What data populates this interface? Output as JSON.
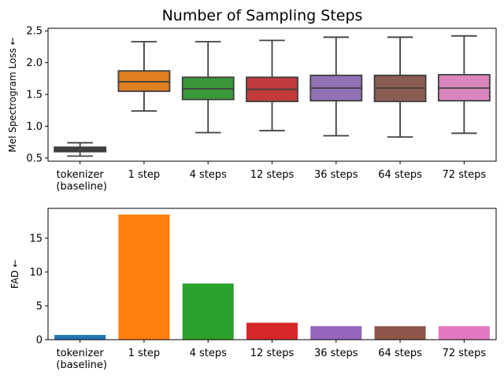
{
  "title": "Number of Sampling Steps",
  "chart_data": [
    {
      "type": "box",
      "title": "",
      "xlabel": "",
      "ylabel": "Mel Spectrogram Loss ←",
      "categories": [
        "tokenizer\n(baseline)",
        "1 step",
        "4 steps",
        "12 steps",
        "36 steps",
        "64 steps",
        "72 steps"
      ],
      "colors": [
        "#3f3f3f",
        "#e07f22",
        "#3a983a",
        "#c23b3c",
        "#9271b7",
        "#8a5b52",
        "#d885be"
      ],
      "boxes": [
        {
          "whisker_low": 0.53,
          "q1": 0.6,
          "median": 0.63,
          "q3": 0.67,
          "whisker_high": 0.74
        },
        {
          "whisker_low": 1.24,
          "q1": 1.55,
          "median": 1.7,
          "q3": 1.87,
          "whisker_high": 2.33
        },
        {
          "whisker_low": 0.9,
          "q1": 1.42,
          "median": 1.59,
          "q3": 1.77,
          "whisker_high": 2.33
        },
        {
          "whisker_low": 0.93,
          "q1": 1.39,
          "median": 1.58,
          "q3": 1.77,
          "whisker_high": 2.35
        },
        {
          "whisker_low": 0.85,
          "q1": 1.4,
          "median": 1.6,
          "q3": 1.8,
          "whisker_high": 2.4
        },
        {
          "whisker_low": 0.83,
          "q1": 1.39,
          "median": 1.6,
          "q3": 1.8,
          "whisker_high": 2.4
        },
        {
          "whisker_low": 0.89,
          "q1": 1.4,
          "median": 1.6,
          "q3": 1.81,
          "whisker_high": 2.42
        }
      ],
      "yticks": [
        0.5,
        1.0,
        1.5,
        2.0,
        2.5
      ],
      "ytick_labels": [
        "0.5",
        "1.0",
        "1.5",
        "2.0",
        "2.5"
      ],
      "ylim": [
        0.45,
        2.54
      ],
      "grid": false
    },
    {
      "type": "bar",
      "title": "",
      "xlabel": "",
      "ylabel": "FAD ←",
      "categories": [
        "tokenizer\n(baseline)",
        "1 step",
        "4 steps",
        "12 steps",
        "36 steps",
        "64 steps",
        "72 steps"
      ],
      "values": [
        0.7,
        18.5,
        8.3,
        2.5,
        2.0,
        2.0,
        2.0
      ],
      "colors": [
        "#1f77b4",
        "#ff7f0e",
        "#2ca02c",
        "#d62728",
        "#9467bd",
        "#8c564b",
        "#e377c2"
      ],
      "yticks": [
        0,
        5,
        10,
        15
      ],
      "ytick_labels": [
        "0",
        "5",
        "10",
        "15"
      ],
      "ylim": [
        0,
        19.4
      ],
      "grid": false
    }
  ]
}
